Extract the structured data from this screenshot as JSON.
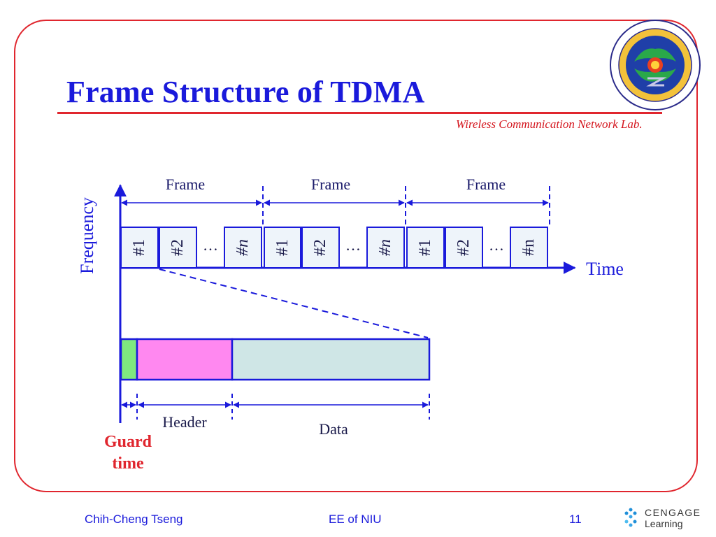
{
  "slide": {
    "title": "Frame Structure of TDMA",
    "lab": "Wireless Communication Network Lab.",
    "footer": {
      "author": "Chih-Cheng Tseng",
      "dept": "EE of NIU",
      "page": "11"
    }
  },
  "diagram": {
    "y_axis_label": "Frequency",
    "x_axis_label": "Time",
    "frame_label": "Frame",
    "frames": [
      {
        "slots": [
          "#1",
          "#2",
          "…",
          "#n"
        ]
      },
      {
        "slots": [
          "#1",
          "#2",
          "…",
          "#n"
        ]
      },
      {
        "slots": [
          "#1",
          "#2",
          "…",
          "#n"
        ]
      }
    ],
    "detail": {
      "guard_label": "Guard",
      "guard_label_2": "time",
      "header_label": "Header",
      "data_label": "Data"
    }
  },
  "colors": {
    "title": "#1a1adb",
    "accent_red": "#e0262e",
    "slot_border": "#1a1adb",
    "slot_fill": "#eef4fa",
    "guard": "#7fe87f",
    "header": "#ff88f0",
    "data": "#cfe6e6"
  },
  "logo": {
    "brand": "CENGAGE",
    "sub": "Learning"
  }
}
